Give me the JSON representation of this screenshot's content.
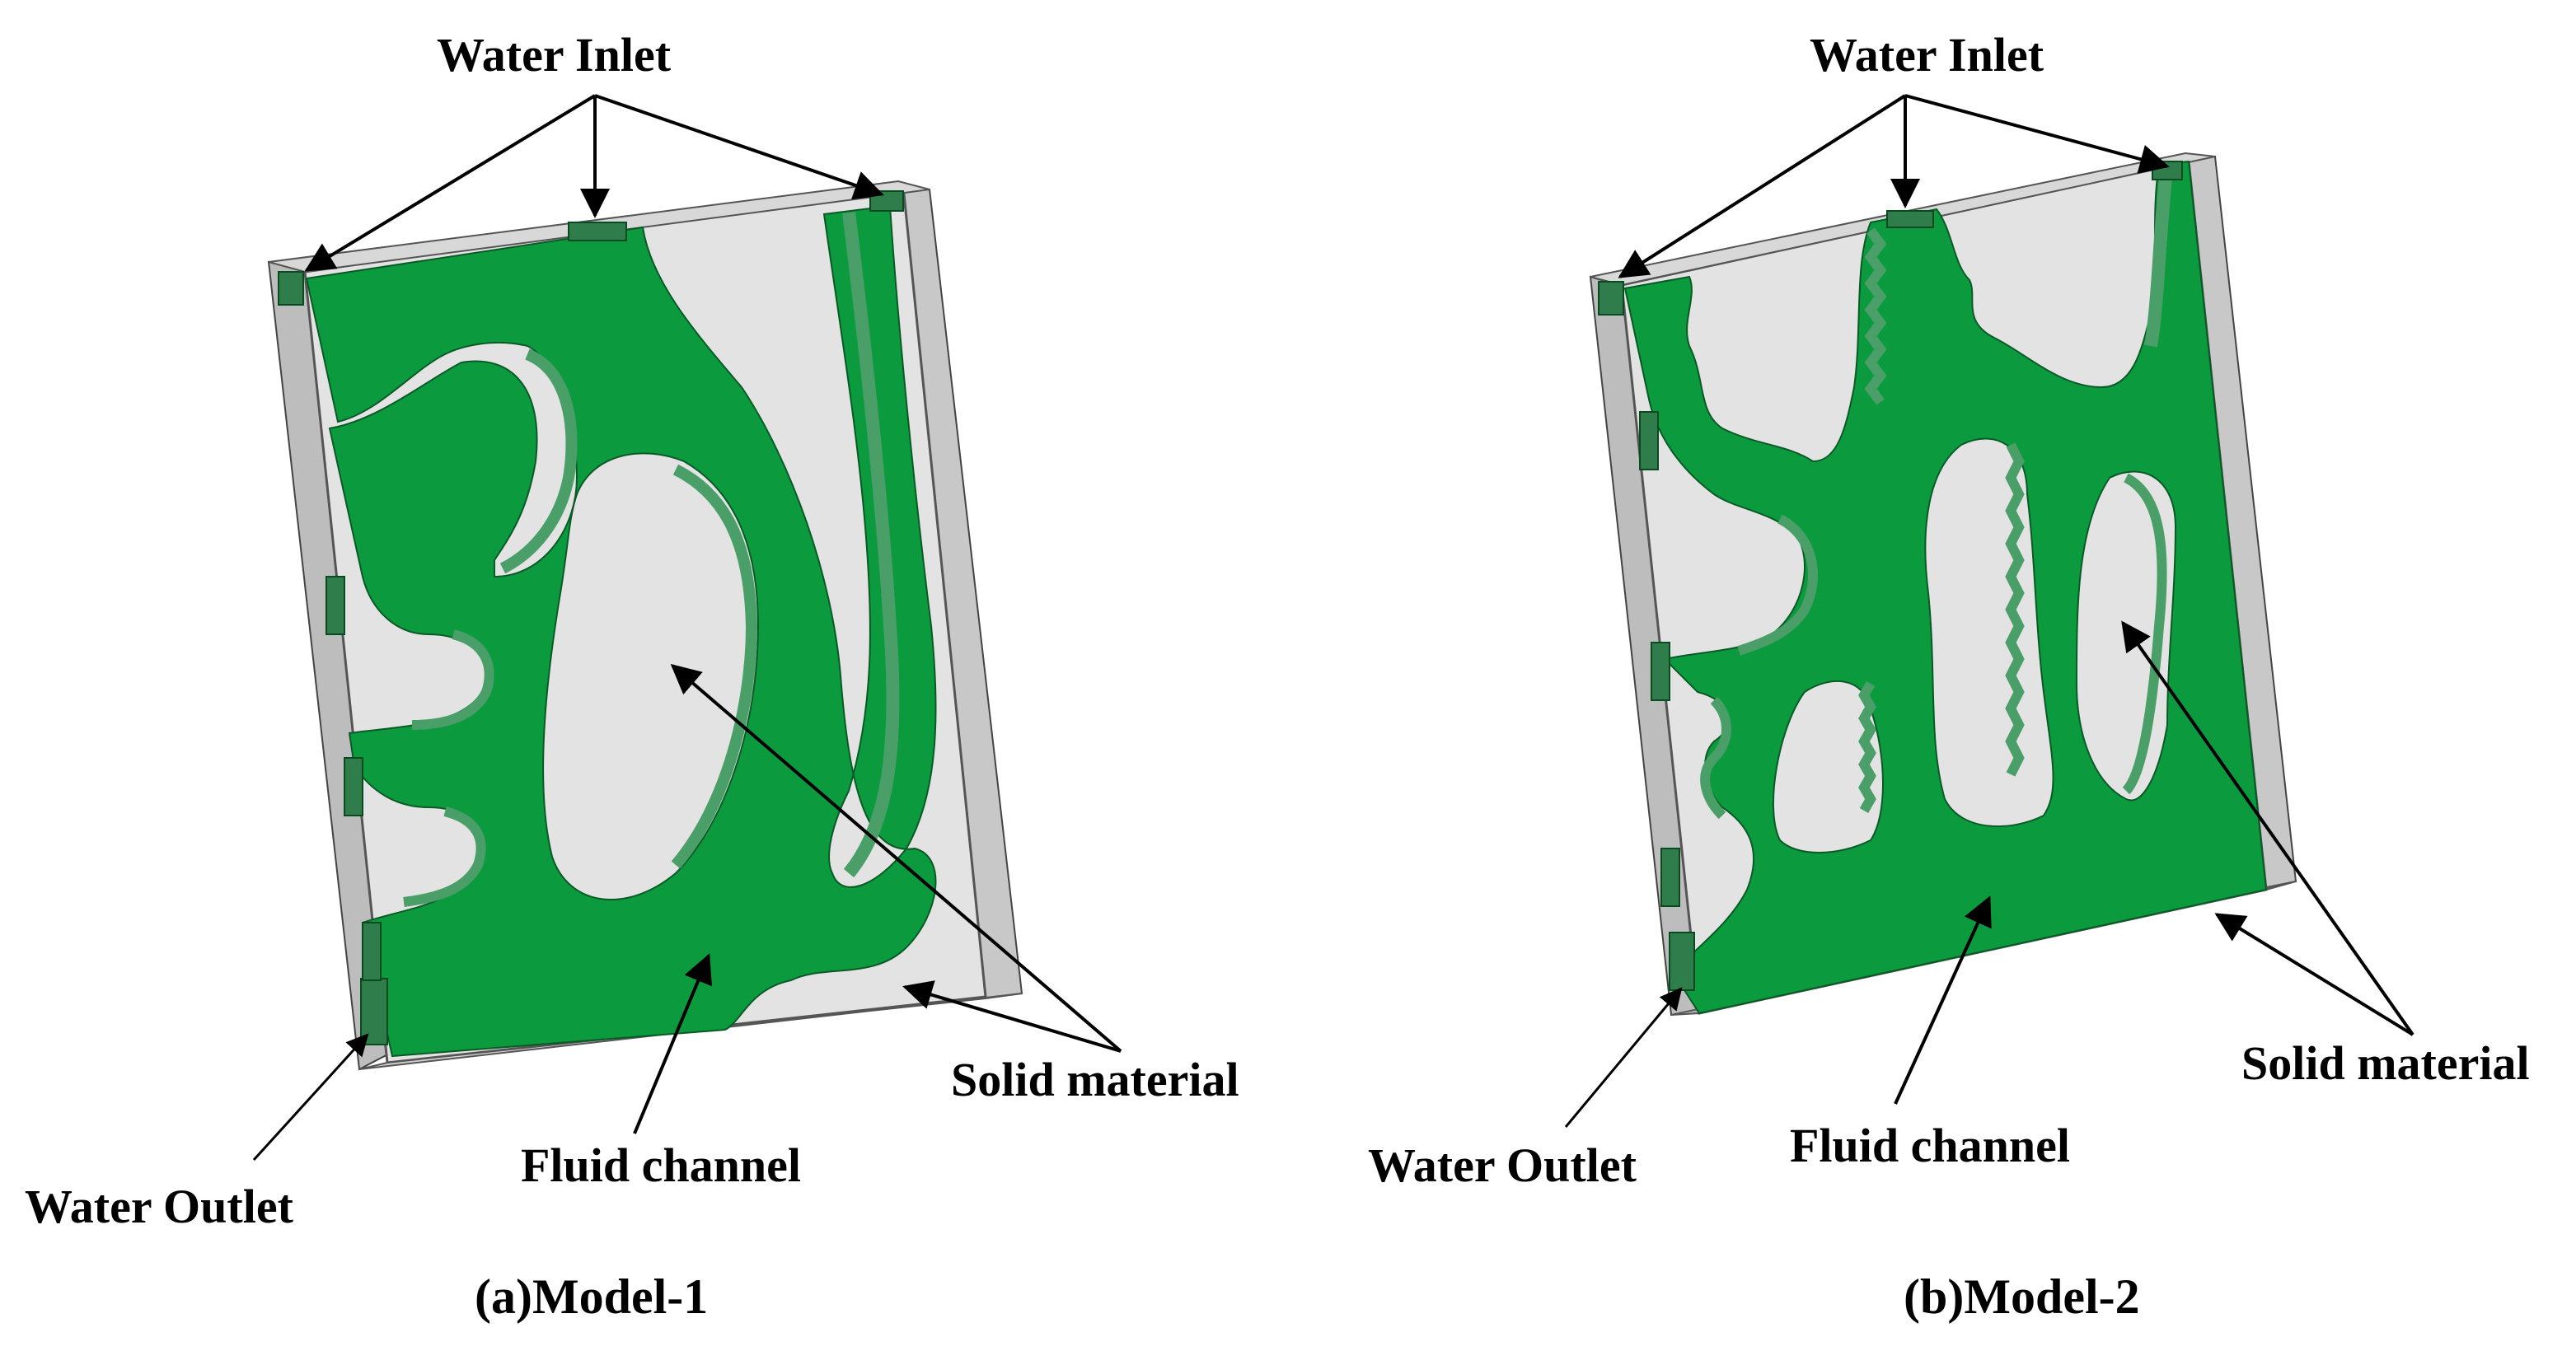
{
  "colors": {
    "fluid_channel": "#0c9a3f",
    "fluid_channel_wall": "#4a9e68",
    "solid_material": "#e3e3e3",
    "plate_edge": "#bdbdbd",
    "text": "#000000"
  },
  "model1": {
    "water_inlet": "Water Inlet",
    "water_outlet": "Water Outlet",
    "fluid_channel": "Fluid channel",
    "solid_material": "Solid material",
    "caption": "(a)Model-1"
  },
  "model2": {
    "water_inlet": "Water Inlet",
    "water_outlet": "Water Outlet",
    "fluid_channel": "Fluid channel",
    "solid_material": "Solid material",
    "caption": "(b)Model-2"
  }
}
